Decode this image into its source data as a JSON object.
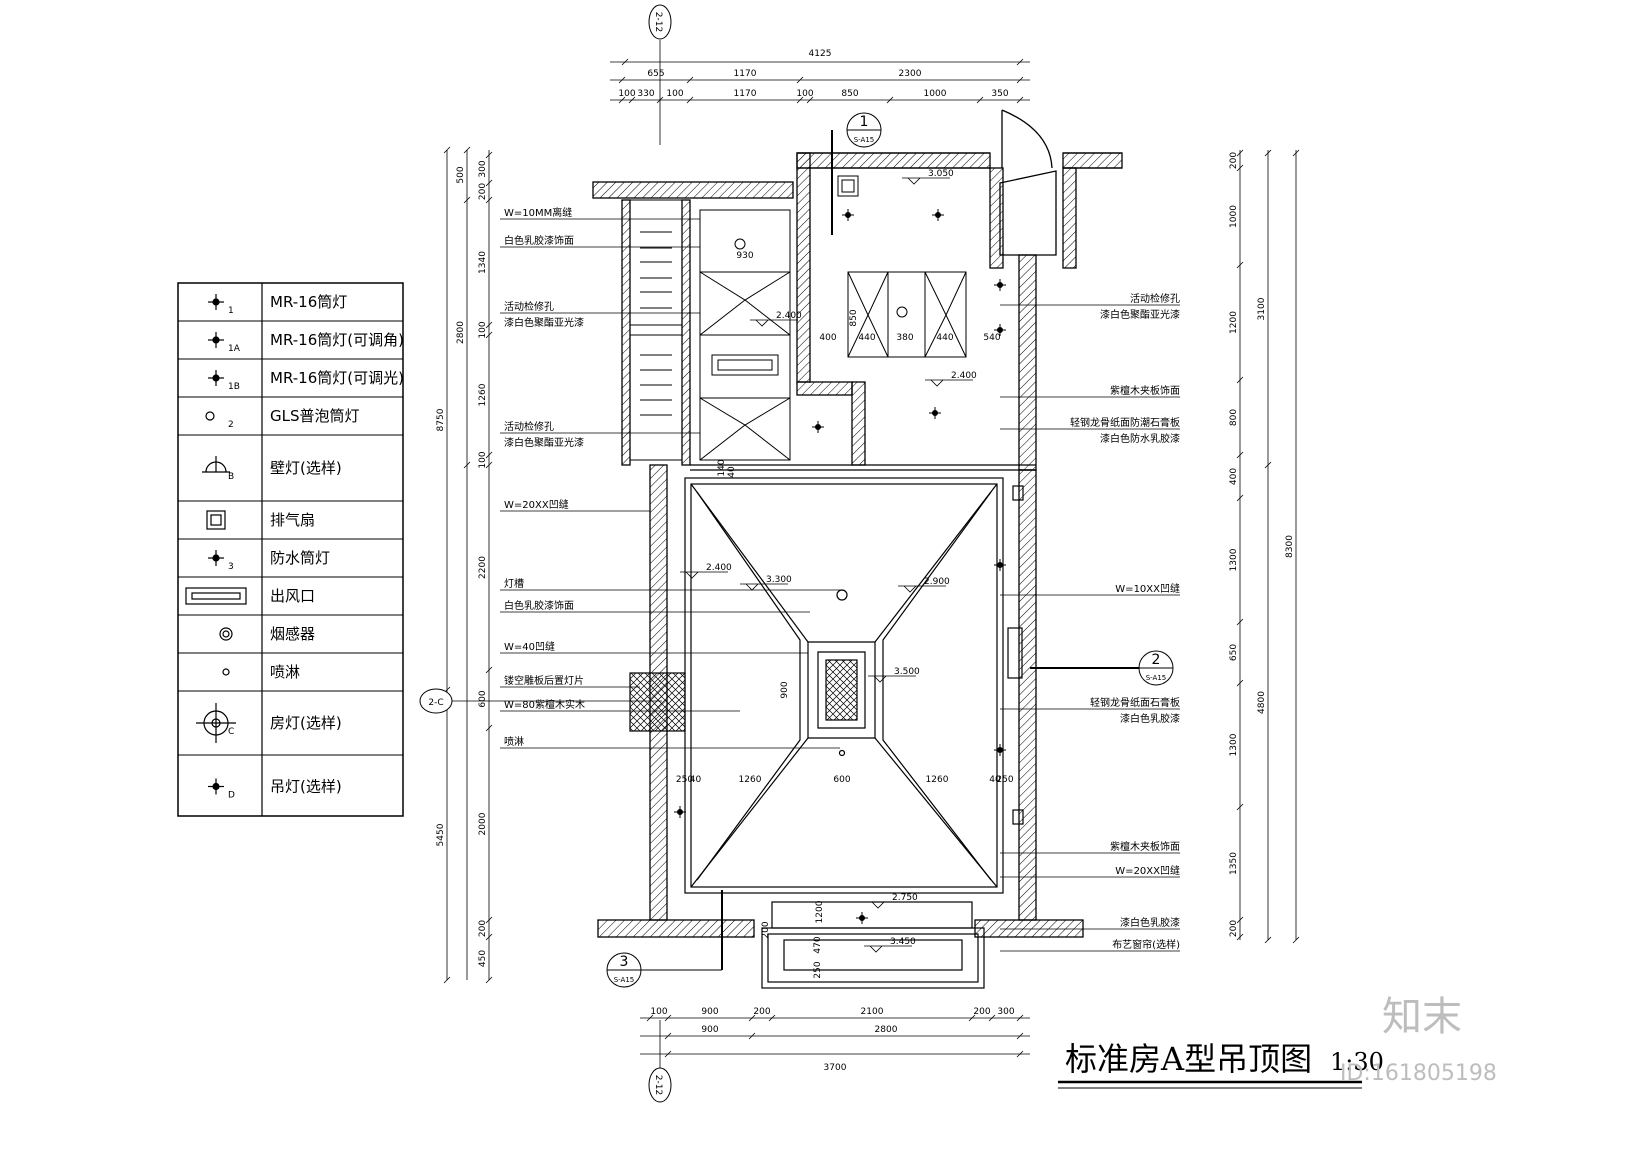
{
  "title": "标准房A型吊顶图",
  "scale": "1:30",
  "watermark": {
    "logo": "知末",
    "id": "ID:161805198"
  },
  "legend": [
    {
      "icon": "downlight-1-icon",
      "sub": "1",
      "label": "MR-16筒灯"
    },
    {
      "icon": "downlight-1a-icon",
      "sub": "1A",
      "label": "MR-16筒灯(可调角)"
    },
    {
      "icon": "downlight-1b-icon",
      "sub": "1B",
      "label": "MR-16筒灯(可调光)"
    },
    {
      "icon": "gls-downlight-icon",
      "sub": "2",
      "label": "GLS普泡筒灯"
    },
    {
      "icon": "wall-lamp-icon",
      "sub": "B",
      "label": "壁灯(选样)"
    },
    {
      "icon": "exhaust-fan-icon",
      "sub": "",
      "label": "排气扇"
    },
    {
      "icon": "waterproof-downlight-icon",
      "sub": "3",
      "label": "防水筒灯"
    },
    {
      "icon": "air-vent-icon",
      "sub": "",
      "label": "出风口"
    },
    {
      "icon": "smoke-detector-icon",
      "sub": "",
      "label": "烟感器"
    },
    {
      "icon": "sprinkler-icon",
      "sub": "",
      "label": "喷淋"
    },
    {
      "icon": "room-lamp-icon",
      "sub": "C",
      "label": "房灯(选样)"
    },
    {
      "icon": "pendant-lamp-icon",
      "sub": "D",
      "label": "吊灯(选样)"
    }
  ],
  "grid_markers": {
    "top": "2-12",
    "bottom": "2-12",
    "left": "2-C"
  },
  "sections": {
    "s1": {
      "num": "1",
      "ref": "S-A15"
    },
    "s2": {
      "num": "2",
      "ref": "S-A15"
    },
    "s3": {
      "num": "3",
      "ref": "S-A15"
    }
  },
  "dims_top": {
    "total": "4125",
    "row1": [
      "655",
      "1170",
      "2300"
    ],
    "row2": [
      "100",
      "330",
      "100",
      "1170",
      "100",
      "850",
      "1000",
      "350"
    ]
  },
  "dims_bottom": {
    "row1": [
      "100",
      "900",
      "200",
      "2100",
      "200",
      "300"
    ],
    "row2": [
      "900",
      "2800"
    ],
    "total": "3700"
  },
  "dims_left": {
    "outer": [
      "8750",
      "5450"
    ],
    "mid": [
      "500",
      "2800"
    ],
    "inner": [
      "300",
      "200",
      "1340",
      "100",
      "1260",
      "100",
      "2200",
      "600",
      "2000",
      "200",
      "450"
    ]
  },
  "dims_right": {
    "outer": [
      "8300"
    ],
    "mid": [
      "3100",
      "4800"
    ],
    "inner": [
      "200",
      "1000",
      "1200",
      "800",
      "400",
      "1300",
      "650",
      "1300",
      "1350",
      "200"
    ]
  },
  "dims_inner": {
    "ceiling_row": [
      "250",
      "40",
      "1260",
      "600",
      "1260",
      "40",
      "250"
    ],
    "bath": [
      "930",
      "400",
      "440",
      "380",
      "440",
      "540",
      "850"
    ],
    "entry": [
      "200",
      "470",
      "250",
      "900",
      "140",
      "40",
      "1200"
    ]
  },
  "levels": [
    "3.050",
    "2.400",
    "2.400",
    "2.400",
    "3.500",
    "2.750",
    "3.450",
    "3.300",
    "2.900"
  ],
  "annotations_left": [
    "W=10MM离缝",
    "白色乳胶漆饰面",
    "活动检修孔",
    "漆白色聚酯亚光漆",
    "活动检修孔",
    "漆白色聚酯亚光漆",
    "W=20XX凹缝",
    "灯槽",
    "白色乳胶漆饰面",
    "W=40凹缝",
    "镂空雕板后置灯片",
    "W=80紫檀木实木",
    "喷淋"
  ],
  "annotations_right": [
    "活动检修孔",
    "漆白色聚酯亚光漆",
    "紫檀木夹板饰面",
    "轻钢龙骨纸面防潮石膏板",
    "漆白色防水乳胶漆",
    "W=10XX凹缝",
    "轻钢龙骨纸面石膏板",
    "漆白色乳胶漆",
    "紫檀木夹板饰面",
    "W=20XX凹缝",
    "漆白色乳胶漆",
    "布艺窗帘(选样)"
  ]
}
